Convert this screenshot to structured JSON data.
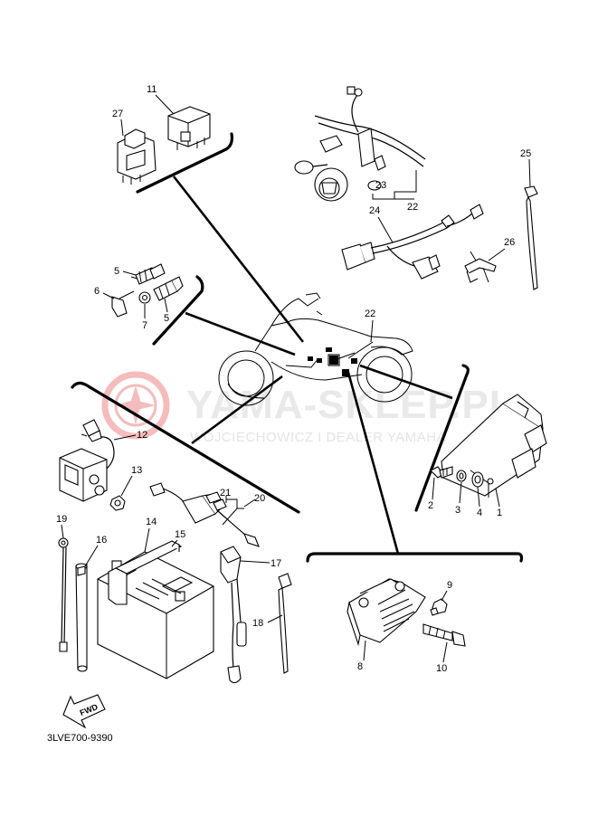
{
  "watermark": {
    "line1": "YAMA-SKLEP.PL",
    "line2": "WOJCIECHOWICZ I DEALER YAMAHA"
  },
  "diagram_code": "3LVE700-9390",
  "fwd_label": "FWD",
  "colors": {
    "line": "#000000",
    "watermark_logo": "#f2b3b3",
    "watermark_text": "#e6e6e6"
  },
  "labels": {
    "p1": "1",
    "p2": "2",
    "p3": "3",
    "p4": "4",
    "p5a": "5",
    "p5b": "5",
    "p6": "6",
    "p7": "7",
    "p8": "8",
    "p9": "9",
    "p10": "10",
    "p11": "11",
    "p12": "12",
    "p13": "13",
    "p14": "14",
    "p15": "15",
    "p16": "16",
    "p17": "17",
    "p18": "18",
    "p19": "19",
    "p20": "20",
    "p21": "21",
    "p22a": "22",
    "p22b": "22",
    "p23": "23",
    "p24": "24",
    "p25": "25",
    "p26": "26",
    "p27": "27"
  }
}
